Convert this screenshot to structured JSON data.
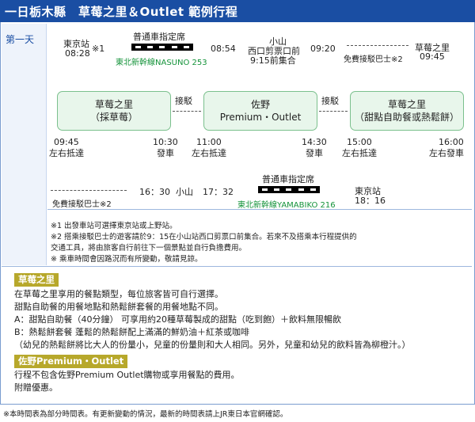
{
  "header": {
    "title": "一日栃木縣　草莓之里＆Outlet 範例行程"
  },
  "day_label": "第一天",
  "row1": {
    "tokyo": "東京站",
    "tokyo_time": "08:28",
    "note1_mark": "※1",
    "train_type": "普通車指定席",
    "train_name": "東北新幹線NASUNO 253",
    "arrive_time": "08:54",
    "oyama": "小山",
    "oyama_exit": "西口剪票口前",
    "meet": "9:15前集合",
    "bus_depart": "09:20",
    "bus_label": "免費接駁巴士※2",
    "farm": "草莓之里",
    "farm_time": "09:45"
  },
  "row2": {
    "box1_line1": "草莓之里",
    "box1_line2": "（採草莓）",
    "box2_line1": "佐野",
    "box2_line2": "Premium・Outlet",
    "box3_line1": "草莓之里",
    "box3_line2": "（甜點自助餐或熱鬆餅）",
    "transfer1": "接駁",
    "transfer2": "接駁"
  },
  "row3": {
    "t1": "09:45",
    "l1": "左右抵達",
    "t2": "10:30",
    "l2": "發車",
    "t3": "11:00",
    "l3": "左右抵達",
    "t4": "14:30",
    "l4": "發車",
    "t5": "15:00",
    "l5": "左右抵達",
    "t6": "16:00",
    "l6": "左右發車"
  },
  "row4": {
    "bus_label": "免費接駁巴士※2",
    "t_arr": "16：30",
    "oyama": "小山",
    "t_dep": "17：32",
    "train_type": "普通車指定席",
    "train_name": "東北新幹線YAMABIKO 216",
    "tokyo": "東京站",
    "tokyo_time": "18：16"
  },
  "notes": [
    "※1  出發車站可選擇東京站或上野站。",
    "※2  搭乘接駁巴士的遊客請於9：15在小山站西口剪票口前集合。若來不及搭乘本行程提供的",
    "       交通工具，將由旅客自行前往下一個景點並自行負擔費用。",
    "※  乘車時間會因路況而有所變動，敬請見諒。"
  ],
  "section1": {
    "tag": "草莓之里",
    "lines": [
      "在草莓之里享用的餐點類型，每位旅客皆可自行選擇。",
      "甜點自助餐的用餐地點和熱鬆餅套餐的用餐地點不同。",
      "A：甜點自助餐（40分鐘）  可享用約20種草莓製成的甜點（吃到飽）＋飲料無限暢飲",
      "B：熱鬆餅套餐  蓬鬆的熱鬆餅配上滿滿的鮮奶油＋紅茶或咖啡",
      "（幼兒的熱鬆餅將比大人的份量小，兒童的份量則和大人相同。另外，兒童和幼兒的飲料皆為柳橙汁。）"
    ]
  },
  "section2": {
    "tag": "佐野Premium・Outlet",
    "lines": [
      "行程不包含佐野Premium Outlet購物或享用餐點的費用。",
      "附贈優惠。"
    ]
  },
  "footer": "※本時間表為部分時間表。有更新變動的情況，最新的時間表請上JR東日本官網確認。",
  "colors": {
    "header": "#1a4ea3",
    "accent_green": "#14933a",
    "tag": "#b7a82b",
    "box_fill": "#e8f6eb"
  }
}
